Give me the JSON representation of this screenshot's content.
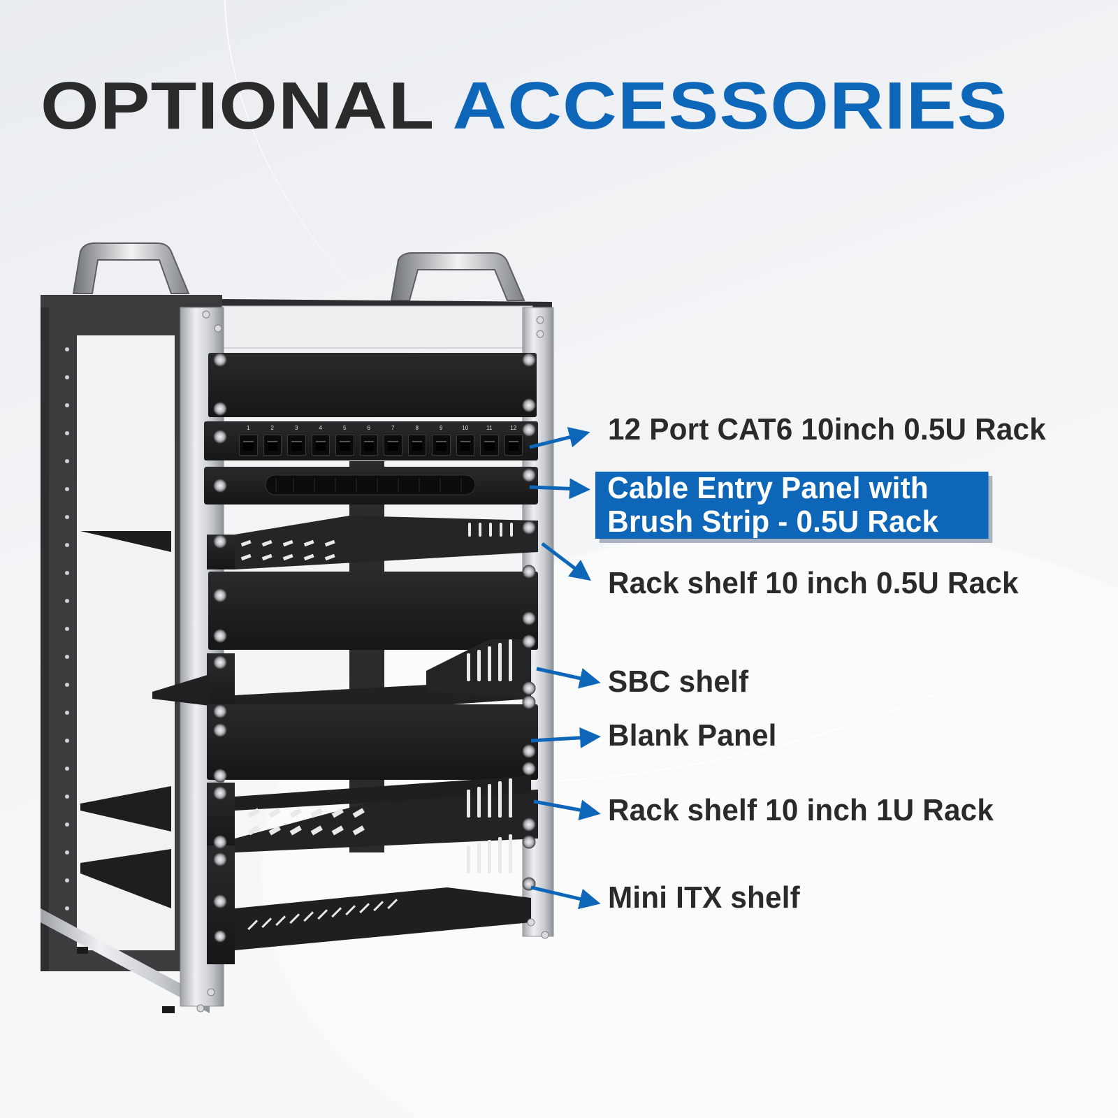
{
  "heading": {
    "word1": "OPTIONAL",
    "word2": "ACCESSORIES",
    "color_dark": "#2a2a2b",
    "color_accent": "#0e66b8"
  },
  "patch_panel": {
    "port_numbers": [
      "1",
      "2",
      "3",
      "4",
      "5",
      "6",
      "7",
      "8",
      "9",
      "10",
      "11",
      "12"
    ]
  },
  "accessories": [
    {
      "label": "12 Port CAT6 10inch 0.5U Rack",
      "highlighted": false
    },
    {
      "label_line1": "Cable Entry Panel with",
      "label_line2": "Brush Strip - 0.5U Rack",
      "highlighted": true
    },
    {
      "label": "Rack shelf 10 inch 0.5U Rack",
      "highlighted": false
    },
    {
      "label": "SBC shelf",
      "highlighted": false
    },
    {
      "label": "Blank Panel",
      "highlighted": false
    },
    {
      "label": "Rack shelf 10 inch 1U Rack",
      "highlighted": false
    },
    {
      "label": "Mini ITX shelf",
      "highlighted": false
    }
  ],
  "colors": {
    "arrow": "#0e66b8",
    "highlight_bg": "#0e66b8",
    "highlight_text": "#ffffff",
    "panel_black": "#1c1c1e",
    "frame_silver": "#c9ccd1"
  }
}
